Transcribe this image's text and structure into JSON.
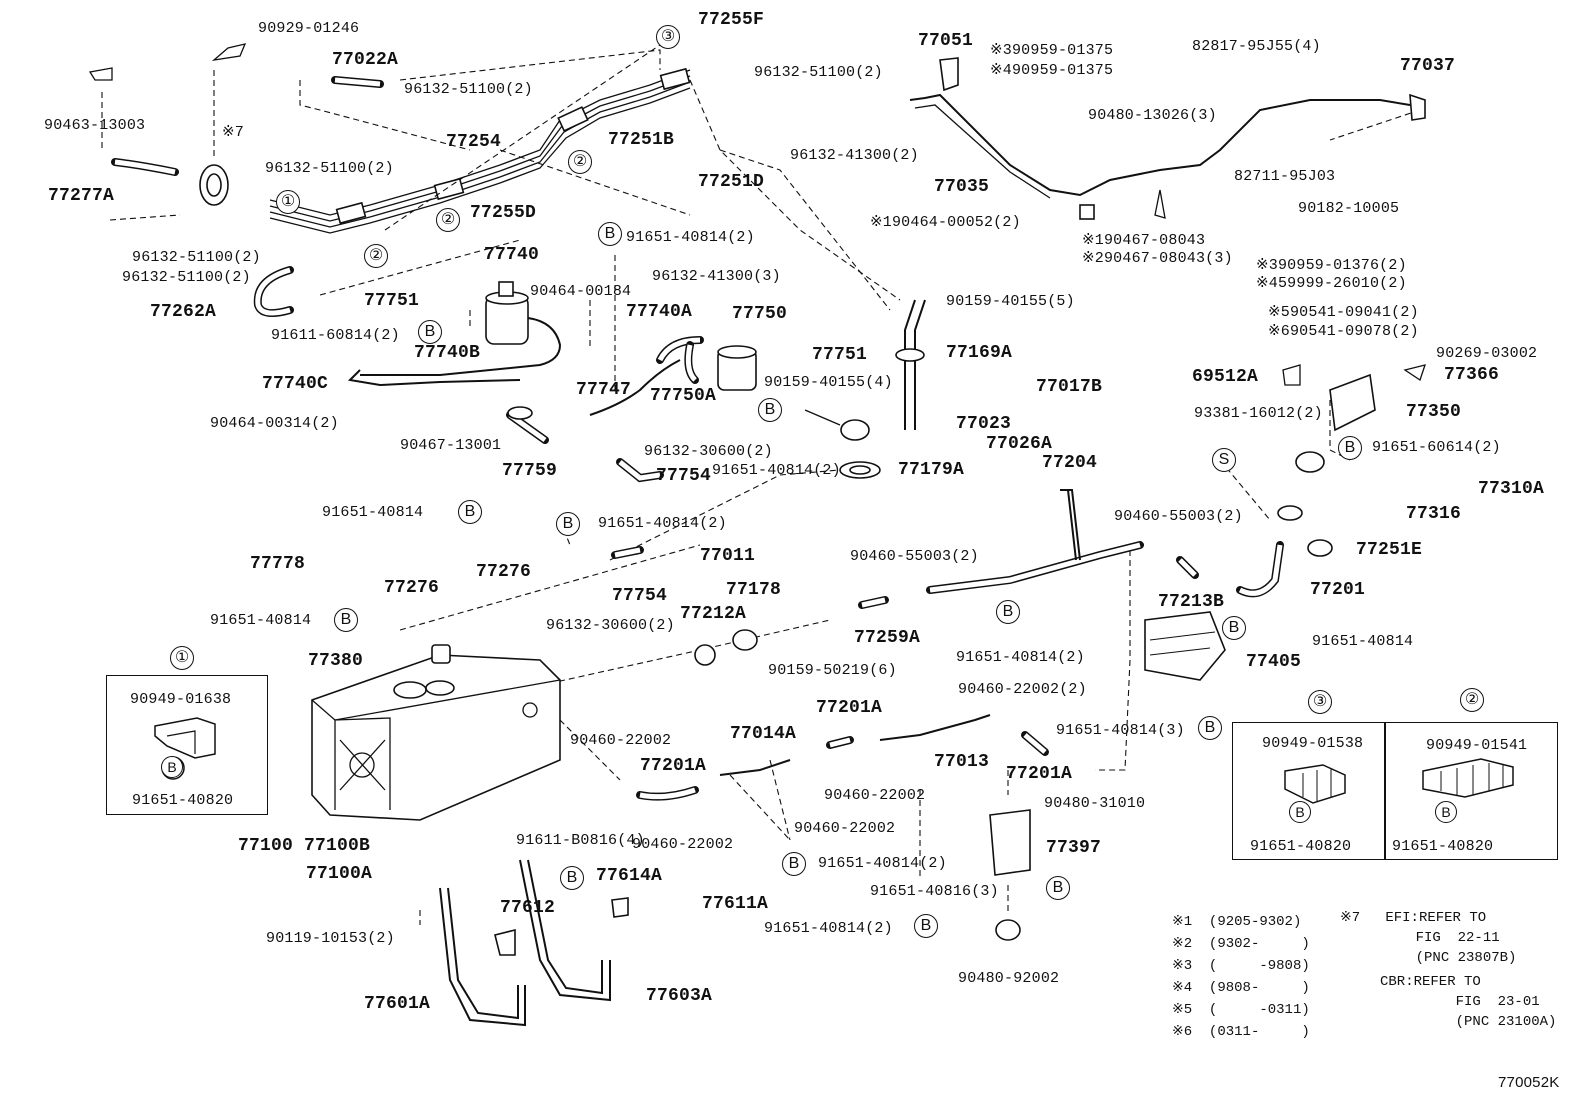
{
  "diagram_code": "770052K",
  "markers": {
    "one": "①",
    "two": "②",
    "three": "③",
    "b": "B",
    "s": "S"
  },
  "callouts": {
    "c01": "90929-01246",
    "c02": "77022A",
    "c03": "96132-51100(2)",
    "c04": "77254",
    "c05": "77255F",
    "c06": "96132-51100(2)",
    "c07": "77251B",
    "c08": "77251D",
    "c09": "96132-41300(2)",
    "c10": "77051",
    "c11": "※390959-01375",
    "c12": "※490959-01375",
    "c13": "82817-95J55(4)",
    "c14": "77037",
    "c15": "90463-13003",
    "c16": "※7",
    "c17": "96132-51100(2)",
    "c18": "77277A",
    "c19": "77255D",
    "c20": "96132-51100(2)",
    "c21": "96132-51100(2)",
    "c22": "90480-13026(3)",
    "c23": "77035",
    "c24": "82711-95J03",
    "c25": "90182-10005",
    "c26": "※190464-00052(2)",
    "c27": "※190467-08043",
    "c28": "※290467-08043(3)",
    "c29": "※390959-01376(2)",
    "c30": "※459999-26010(2)",
    "c31": "77740",
    "c32": "91651-40814(2)",
    "c33": "77262A",
    "c34": "77751",
    "c35": "91611-60814(2)",
    "c36": "90464-00184",
    "c37": "96132-41300(3)",
    "c38": "77740A",
    "c39": "77750",
    "c40": "90159-40155(5)",
    "c41": "※590541-09041(2)",
    "c42": "※690541-09078(2)",
    "c43": "90269-03002",
    "c44": "77740B",
    "c45": "77740C",
    "c46": "77747",
    "c47": "77751",
    "c48": "77169A",
    "c49": "69512A",
    "c50": "77366",
    "c51": "90159-40155(4)",
    "c52": "77017B",
    "c53": "77750A",
    "c54": "77023",
    "c55": "90464-00314(2)",
    "c56": "93381-16012(2)",
    "c57": "77350",
    "c58": "90467-13001",
    "c59": "96132-30600(2)",
    "c60": "77026A",
    "c61": "91651-60614(2)",
    "c62": "77759",
    "c63": "91651-40814(2)",
    "c64": "77179A",
    "c65": "77204",
    "c66": "77310A",
    "c67": "77754",
    "c68": "91651-40814",
    "c69": "91651-40814(2)",
    "c70": "90460-55003(2)",
    "c71": "77316",
    "c72": "77778",
    "c73": "77276",
    "c74": "77011",
    "c75": "90460-55003(2)",
    "c76": "77251E",
    "c77": "77276",
    "c78": "77754",
    "c79": "77178",
    "c80": "77213B",
    "c81": "77201",
    "c82": "91651-40814",
    "c83": "96132-30600(2)",
    "c84": "77212A",
    "c85": "77259A",
    "c86": "91651-40814",
    "c87": "77380",
    "c88": "91651-40814(2)",
    "c89": "77405",
    "c90": "90159-50219(6)",
    "c91": "90460-22002(2)",
    "c92": "90949-01638",
    "c93": "77201A",
    "c94": "91651-40814(3)",
    "c95": "90460-22002",
    "c96": "77014A",
    "c97": "77013",
    "c98": "77201A",
    "c99": "77201A",
    "c100": "90949-01538",
    "c101": "90949-01541",
    "c102": "91651-40820",
    "c103": "90460-22002",
    "c104": "90480-31010",
    "c105": "90460-22002",
    "c106": "90460-22002",
    "c107": "77397",
    "c108": "77100",
    "c109": "77100B",
    "c110": "91651-40820",
    "c111": "91651-40820",
    "c112": "91651-40814(2)",
    "c113": "91611-B0816(4)",
    "c114": "77100A",
    "c115": "77614A",
    "c116": "91651-40816(3)",
    "c117": "77611A",
    "c118": "77612",
    "c119": "90119-10153(2)",
    "c120": "91651-40814(2)",
    "c121": "90480-92002",
    "c122": "77601A",
    "c123": "77603A"
  },
  "notes": {
    "n1": "※1  (9205-9302)",
    "n2": "※2  (9302-     )",
    "n3": "※3  (     -9808)",
    "n4": "※4  (9808-     )",
    "n5": "※5  (     -0311)",
    "n6": "※6  (0311-     )",
    "ref1": "※7   EFI:REFER TO\n         FIG  22-11\n         (PNC 23807B)",
    "ref2": "CBR:REFER TO\n         FIG  23-01\n         (PNC 23100A)"
  }
}
